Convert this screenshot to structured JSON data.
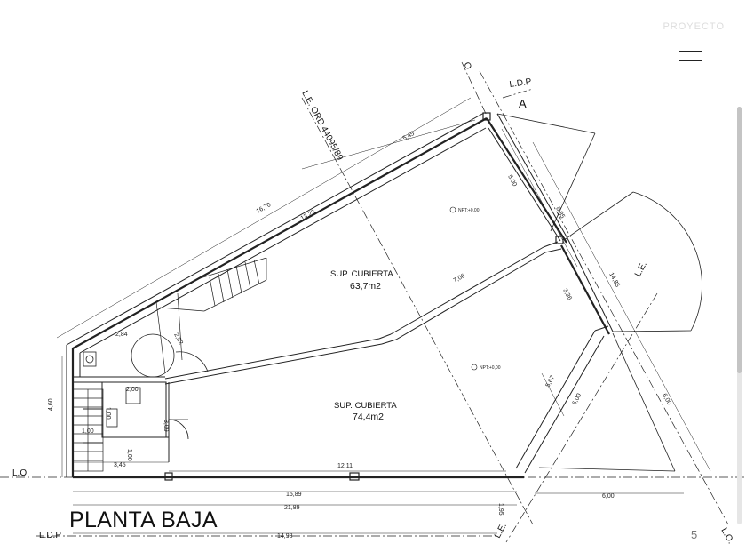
{
  "header": {
    "brand": "PROYECTO"
  },
  "plan": {
    "title": "PLANTA BAJA",
    "page_number": "5",
    "rooms": [
      {
        "label": "SUP. CUBIERTA",
        "area": "63,7m2"
      },
      {
        "label": "SUP. CUBIERTA",
        "area": "74,4m2"
      }
    ],
    "levels": [
      "NPT:+0,00",
      "NPT:+0,00"
    ],
    "reference_lines": {
      "lo_left": "L.O.",
      "ldp_bottom": "L.D.P",
      "ldp_top": "L.D.P",
      "lo_right": "L.O.",
      "le_ord": "L.E. ORD 44095/89",
      "le_right": "L.E.",
      "le_bottom": "L.E.",
      "o_top": "O",
      "a_marker": "A"
    },
    "dimensions": {
      "d_16_70": "16,70",
      "d_5_45": "5,45",
      "d_13_23": "13,23",
      "d_5_00": "5,00",
      "d_8_85": "8,85",
      "d_14_85": "14,85",
      "d_3_36": "3,36",
      "d_7_06": "7,06",
      "d_5_67": "5,67",
      "d_6_00_a": "6,00",
      "d_6_00_b": "6,00",
      "d_2_84": "2,84",
      "d_2_82": "2,82",
      "d_2_00": "2,00",
      "d_1_00_a": "1,00",
      "d_1_00_b": "1,00",
      "d_1_00_c": "1,00",
      "d_3_09": "3,09",
      "d_4_60": "4,60",
      "d_3_45": "3,45",
      "d_12_11": "12,11",
      "d_15_89": "15,89",
      "d_21_89": "21,89",
      "d_6_00_c": "6,00",
      "d_1_95": "1,95",
      "d_14_98": "14,98"
    }
  }
}
